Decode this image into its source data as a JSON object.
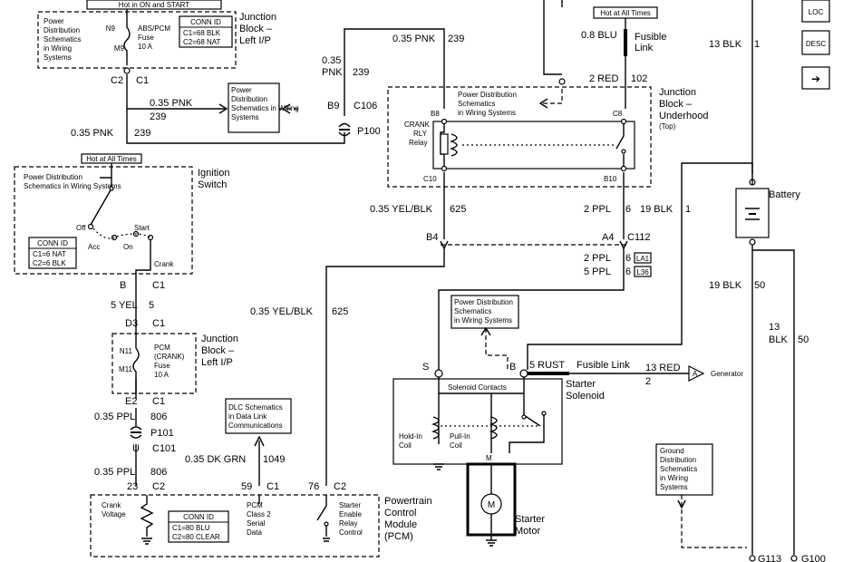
{
  "hot_on_start": "Hot in ON and START",
  "hot_all_times_1": "Hot at All Times",
  "hot_all_times_2": "Hot at All Times",
  "pds_1": [
    "Power",
    "Distribution",
    "Schematics",
    "in Wiring",
    "Systems"
  ],
  "pds_2": [
    "Power",
    "Distribution",
    "Schematics in Wiring",
    "Systems"
  ],
  "pds_3": [
    "Power Distribution",
    "Schematics",
    "in Wiring Systems"
  ],
  "pds_4": [
    "Power Distribution",
    "Schematics in Wiring Systems"
  ],
  "pds_5": [
    "Power Distribution",
    "Schematics",
    "in Wiring Systems"
  ],
  "ground_dist": [
    "Ground",
    "Distribution",
    "Schematics",
    "in Wiring",
    "Systems"
  ],
  "dlc": [
    "DLC Schematics",
    "in Data Link",
    "Communications"
  ],
  "jb_left": [
    "Junction",
    "Block –",
    "Left I/P"
  ],
  "jb_left2": [
    "Junction",
    "Block –",
    "Left I/P"
  ],
  "jb_under": [
    "Junction",
    "Block –",
    "Underhood"
  ],
  "jb_under_top": "(Top)",
  "conn_id_1": [
    "CONN ID",
    "C1=68 BLK",
    "C2=68 NAT"
  ],
  "conn_id_2": [
    "CONN ID",
    "C1=6 NAT",
    "C2=6 BLK"
  ],
  "conn_id_3": [
    "CONN ID",
    "C1=80 BLU",
    "C2=80 CLEAR"
  ],
  "abs_fuse": [
    "ABS/PCM",
    "Fuse",
    "10 A"
  ],
  "crank_fuse": [
    "PCM",
    "(CRANK)",
    "Fuse",
    "10 A"
  ],
  "ignition_switch": [
    "Ignition",
    "Switch"
  ],
  "ign_positions": {
    "off": "Off",
    "acc": "Acc",
    "on": "On",
    "start": "Start",
    "crank": "Crank"
  },
  "crank_relay": [
    "CRANK",
    "RLY",
    "Relay"
  ],
  "fusible_link_1": [
    "Fusible",
    "Link"
  ],
  "fusible_link_2": "Fusible Link",
  "battery": "Battery",
  "starter_solenoid": [
    "Starter",
    "Solenoid"
  ],
  "solenoid_contacts": "Solenoid Contacts",
  "hold_in": [
    "Hold-In",
    "Coil"
  ],
  "pull_in": [
    "Pull-In",
    "Coil"
  ],
  "starter_motor": [
    "Starter",
    "Motor"
  ],
  "motor_m": "M",
  "generator": "Generator",
  "pcm": [
    "Powertrain",
    "Control",
    "Module",
    "(PCM)"
  ],
  "pcm_class2": [
    "PCM",
    "Class 2",
    "Serial",
    "Data"
  ],
  "pcm_relay": [
    "Starter",
    "Enable",
    "Relay",
    "Control"
  ],
  "crank_voltage": [
    "Crank",
    "Voltage"
  ],
  "wires": {
    "w1": "0.35 PNK",
    "w1n": "239",
    "w2": "0.35 PNK",
    "w2n": "239",
    "w3": "0.35",
    "w3b": "PNK",
    "w3n": "239",
    "w4": "0.35 PNK",
    "w4n": "239",
    "w5": "0.8 BLU",
    "w6": "2 RED",
    "w6n": "102",
    "w7": "13 BLK",
    "w7n": "1",
    "w8": "0.35 YEL/BLK",
    "w8n": "625",
    "w9": "2 PPL",
    "w9n": "6",
    "w10": "19 BLK",
    "w10n": "1",
    "w11": "2 PPL",
    "w11n": "6",
    "w12": "5 PPL",
    "w12n": "6",
    "w13": "5 YEL",
    "w13n": "5",
    "w14": "0.35 YEL/BLK",
    "w14n": "625",
    "w15": "19 BLK",
    "w15n": "50",
    "w16": "13",
    "w16b": "BLK",
    "w16n": "50",
    "w17": "5 RUST",
    "w18": "13 RED",
    "w18n": "2",
    "w19": "0.35 PPL",
    "w19n": "806",
    "w20": "0.35 DK GRN",
    "w20n": "1049",
    "w21": "0.35 PPL",
    "w21n": "806"
  },
  "badges": {
    "la1": "LA1",
    "l36": "L36"
  },
  "conn": {
    "n9": "N9",
    "m9": "M9",
    "c2c1": "C2",
    "c1a": "C1",
    "b9": "B9",
    "c106": "C106",
    "p100": "P100",
    "b8": "B8",
    "c8": "C8",
    "c10": "C10",
    "b10": "B10",
    "b4": "B4",
    "a4": "A4",
    "c112": "C112",
    "b": "B",
    "c1b": "C1",
    "d3": "D3",
    "c1c": "C1",
    "n11": "N11",
    "m11": "M11",
    "e2": "E2",
    "c1d": "C1",
    "p101": "P101",
    "u": "U",
    "c101": "C101",
    "p23": "23",
    "c2b": "C2",
    "p59": "59",
    "c1e": "C1",
    "p76": "76",
    "c2c": "C2",
    "s": "S",
    "sb": "B",
    "g113": "G113",
    "g100": "G100"
  },
  "side_buttons": {
    "loc": "LOC",
    "desc": "DESC",
    "next": "➔"
  }
}
